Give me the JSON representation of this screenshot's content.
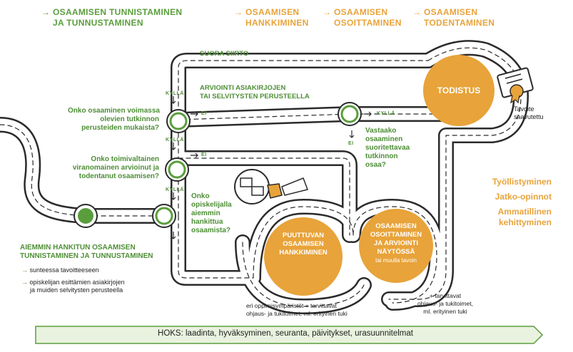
{
  "header": {
    "phase1": {
      "line1": "OSAAMISEN TUNNISTAMINEN",
      "line2": "JA TUNNUSTAMINEN"
    },
    "phase2": {
      "line1": "OSAAMISEN",
      "line2": "HANKKIMINEN"
    },
    "phase3": {
      "line1": "OSAAMISEN",
      "line2": "OSOITTAMINEN"
    },
    "phase4": {
      "line1": "OSAAMISEN",
      "line2": "TODENTAMINEN"
    }
  },
  "roads": {
    "suora_siirto": "SUORA SIIRTO",
    "arviointi": {
      "line1": "ARVIOINTI ASIAKIRJOJEN",
      "line2": "TAI SELVITYSTEN PERUSTEELLA"
    }
  },
  "labels": {
    "kylla": "KYLLÄ",
    "ei": "EI"
  },
  "questions": {
    "q1": [
      "Onko osaaminen voimassa",
      "olevien tutkinnon",
      "perusteiden mukaista?"
    ],
    "q2": [
      "Onko toimivaltainen",
      "viranomainen arvioinut ja",
      "todentanut osaamisen?"
    ],
    "q3": [
      "Onko",
      "opiskelijalla",
      "aiemmin",
      "hankittua",
      "osaamista?"
    ],
    "q4": [
      "Vastaako",
      "osaaminen",
      "suoritettavaa",
      "tutkinnon",
      "osaa?"
    ]
  },
  "circles": {
    "todistus": "TODISTUS",
    "puuttuvan": [
      "PUUTTUVAN",
      "OSAAMISEN",
      "HANKKIMINEN"
    ],
    "naytto": [
      "OSAAMISEN",
      "OSOITTAMINEN",
      "JA ARVIOINTI",
      "NÄYTÖSSÄ"
    ],
    "naytto_sub": "tai muulla tavoin"
  },
  "goal": {
    "line1": "Tavoite",
    "line2": "saavutettu"
  },
  "outcomes": [
    "Työllistyminen",
    "Jatko-opinnot",
    "Ammatillinen",
    "kehittyminen"
  ],
  "left_section": {
    "title1": "AIEMMIN HANKITUN OSAAMISEN",
    "title2": "TUNNISTAMINEN JA TUNNUSTAMINEN",
    "item1": "sunteessa tavoitteeseen",
    "item2_line1": "opiskelijan esittämien asiakirjojen",
    "item2_line2": "ja muiden selvitysten perusteella"
  },
  "notes": {
    "hankkiminen": {
      "line1": "eri oppimisympäristöt + tarvittavat",
      "line2": "ohjaus- ja tukitoimet, ml. erityinen tuki"
    },
    "osoittaminen": {
      "line1": "+ tarvittavat",
      "line2": "ohjaus- ja tukitoimet,",
      "line3": "ml. erityinen tuki"
    }
  },
  "hoks": "HOKS: laadinta, hyväksyminen, seuranta, päivitykset, urasuunnitelmat",
  "colors": {
    "green": "#5a9e3c",
    "orange": "#e8a33a",
    "road": "#2b2b2b",
    "hoks_bg": "#e9f2de"
  }
}
